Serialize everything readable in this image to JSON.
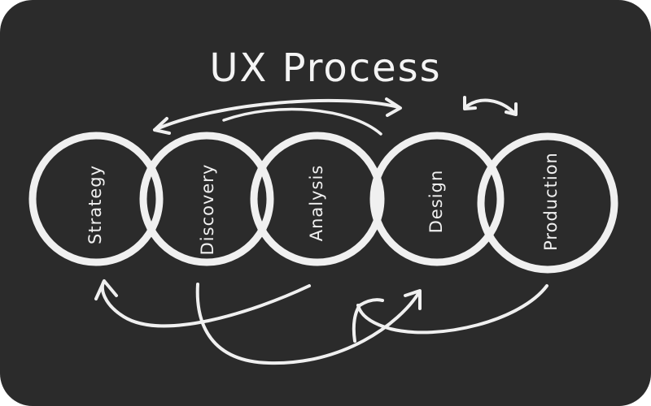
{
  "title": "UX Process",
  "stages": [
    {
      "label": "Strategy"
    },
    {
      "label": "Discovery"
    },
    {
      "label": "Analysis"
    },
    {
      "label": "Design"
    },
    {
      "label": "Production"
    }
  ],
  "colors": {
    "board": "#2b2b2b",
    "chalk": "#f0f0f0"
  }
}
